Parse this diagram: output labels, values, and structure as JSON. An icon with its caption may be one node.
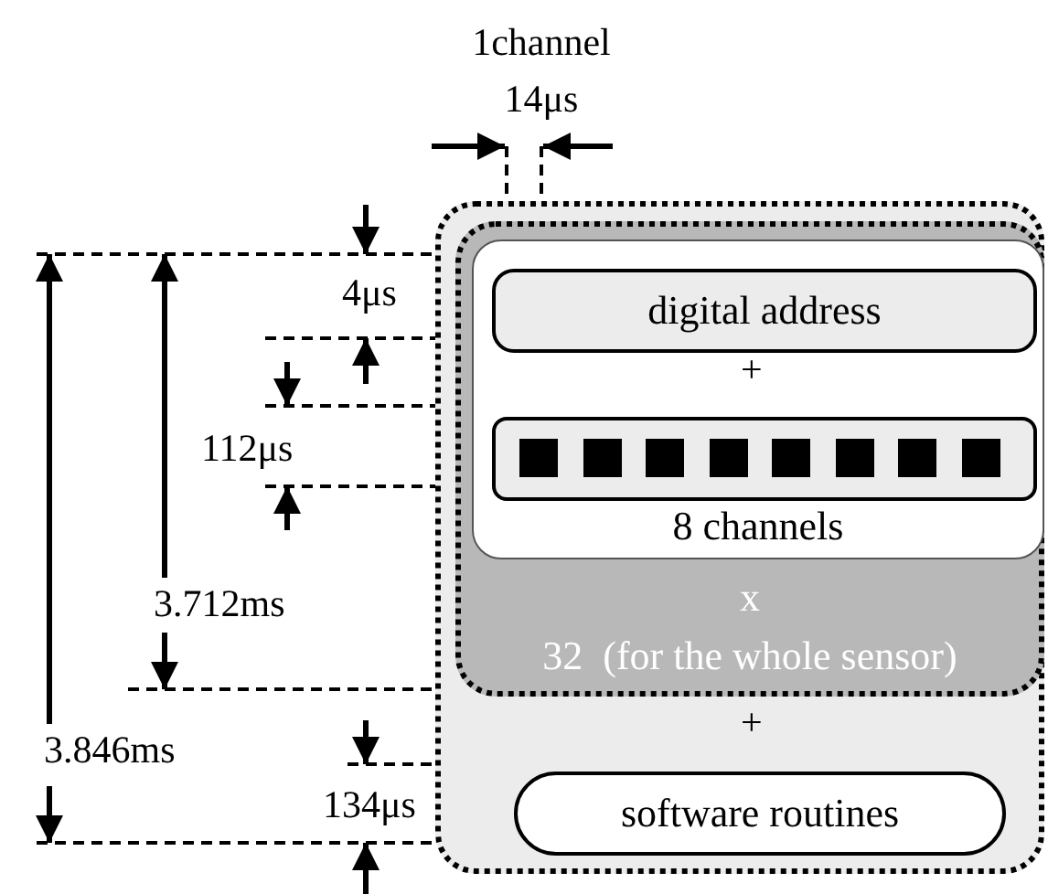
{
  "diagram": {
    "nodes": [
      {
        "text": [],
        "shape": "box"
      },
      {
        "text": [
          "x",
          "32  (for the whole sensor)"
        ],
        "in": 0
      },
      {
        "text": [
          "8 channels"
        ],
        "in": 1
      },
      {
        "text": [
          "digital address"
        ],
        "in": 2
      },
      {
        "text": [],
        "shape": "bar",
        "in": 2
      },
      {
        "text": [
          "software routines"
        ],
        "in": 0
      }
    ],
    "edges": [],
    "labels": [
      "1channel 14μs",
      "4μs",
      "+",
      "112μs",
      "3.712ms",
      "+",
      "3.846ms",
      "134μs"
    ]
  }
}
